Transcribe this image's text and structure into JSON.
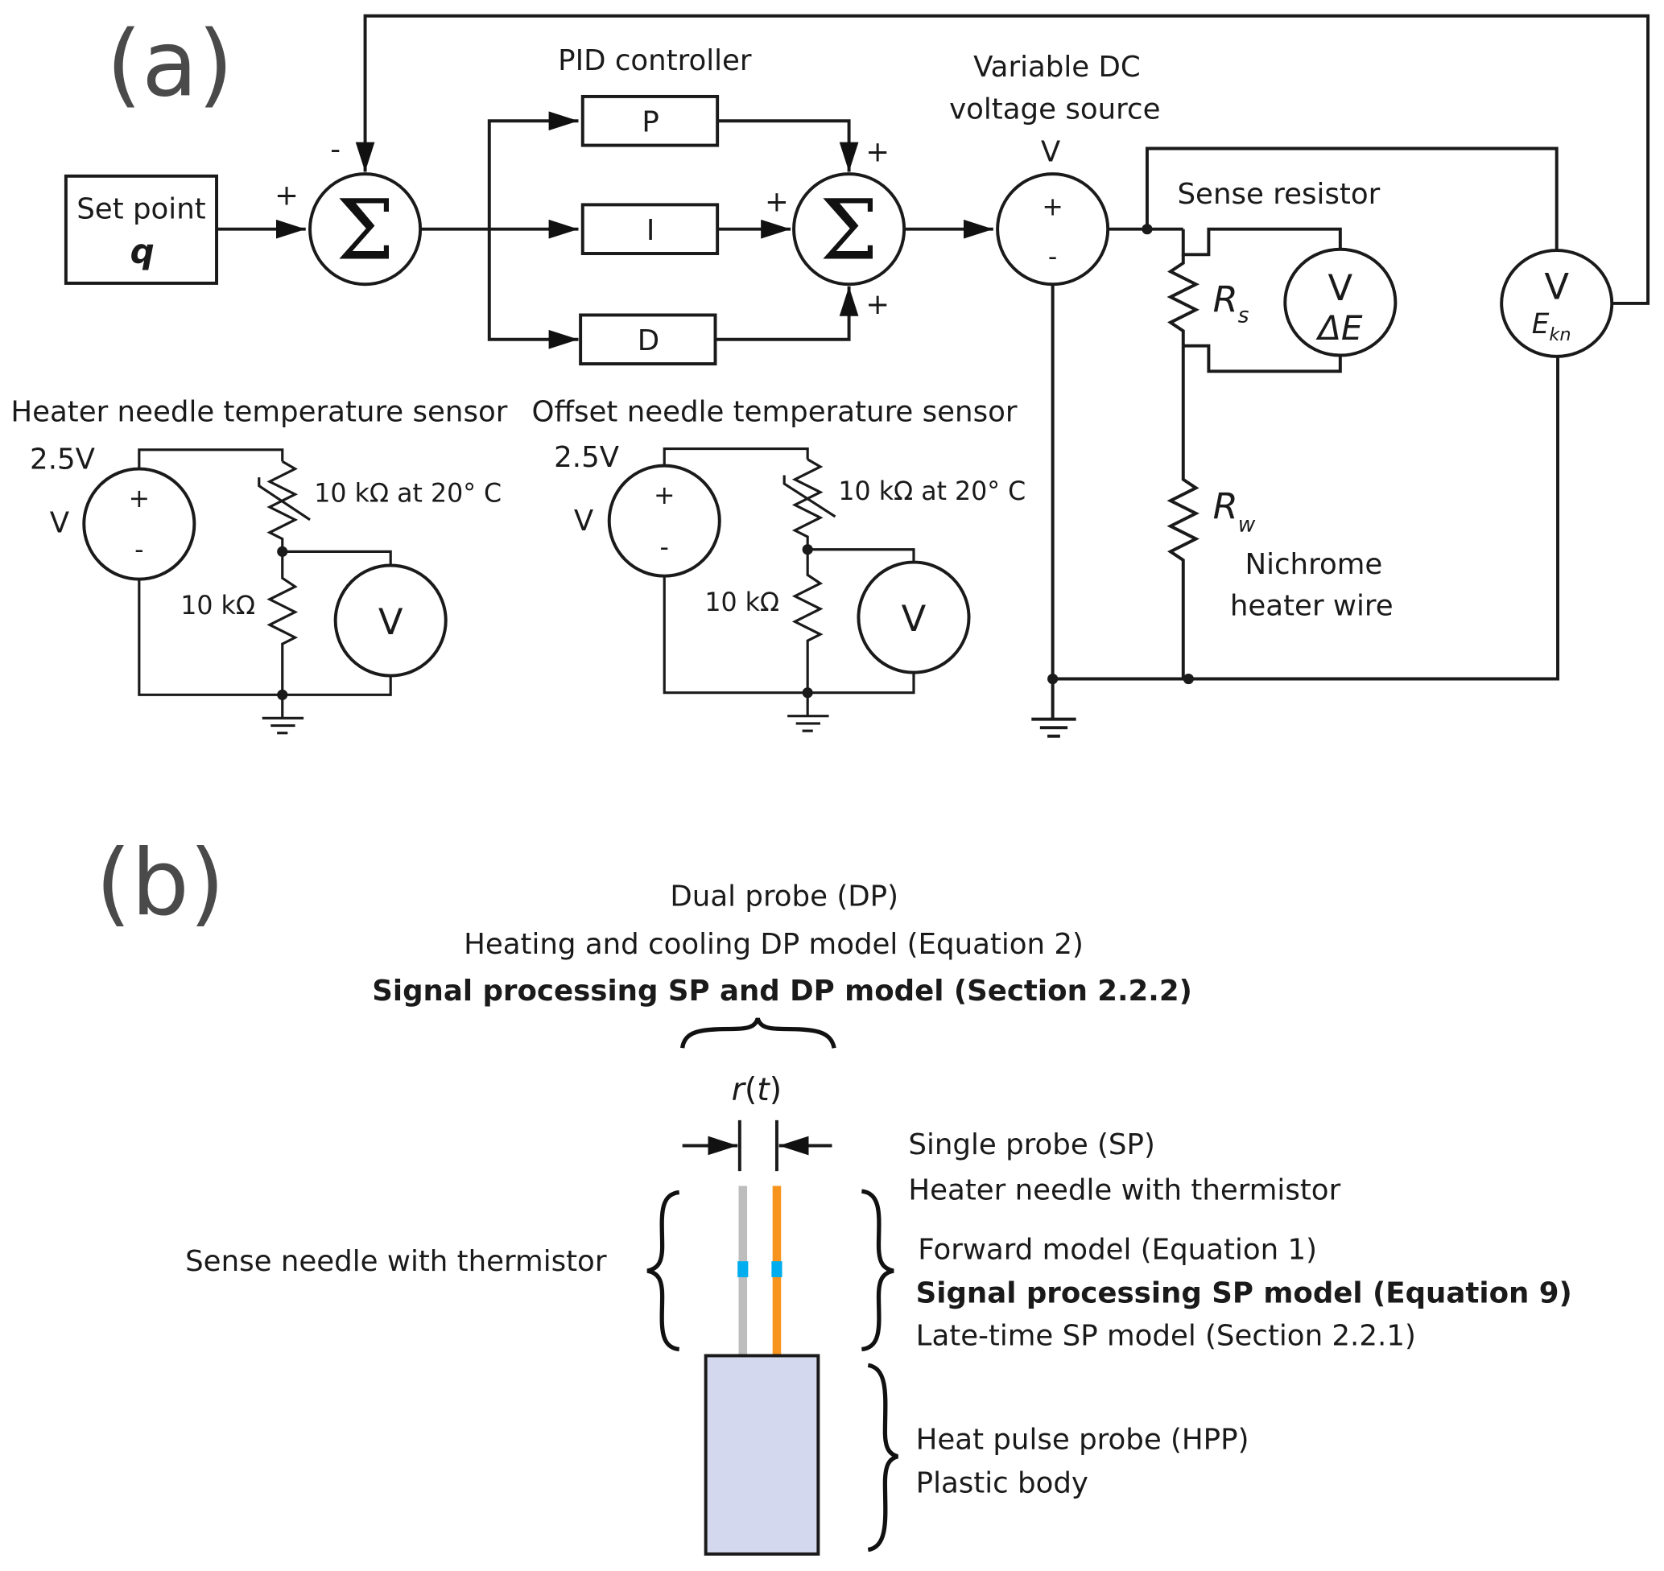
{
  "panel_a": {
    "label": "(a)",
    "setpoint": {
      "title": "Set point",
      "symbol": "q"
    },
    "sum1": {
      "symbol": "Σ",
      "plus_sign": "+",
      "minus_sign": "-"
    },
    "pid": {
      "title": "PID controller",
      "blocks": [
        "P",
        "I",
        "D"
      ]
    },
    "sum2": {
      "symbol": "Σ",
      "signs": [
        "+",
        "+",
        "+"
      ]
    },
    "dc_source": {
      "title_line1": "Variable DC",
      "title_line2": "voltage source",
      "symbol": "V",
      "plus": "+",
      "minus": "-"
    },
    "sense_resistor": {
      "title": "Sense resistor",
      "resistor_symbol": "R",
      "resistor_subscript": "s",
      "meter_symbol": "V",
      "meter_label": "ΔE"
    },
    "ekn_meter": {
      "symbol": "V",
      "label": "E",
      "subscript": "kn"
    },
    "heater_wire": {
      "resistor_symbol": "R",
      "resistor_subscript": "w",
      "label_line1": "Nichrome",
      "label_line2": "heater wire"
    },
    "heater_sensor": {
      "title": "Heater needle temperature sensor",
      "supply": "2.5V",
      "source_symbol": "V",
      "plus": "+",
      "minus": "-",
      "thermistor_label": "10 kΩ  at 20° C",
      "resistor_label": "10 kΩ",
      "meter_symbol": "V"
    },
    "offset_sensor": {
      "title": "Offset needle temperature sensor",
      "supply": "2.5V",
      "source_symbol": "V",
      "plus": "+",
      "minus": "-",
      "thermistor_label": "10 kΩ  at 20° C",
      "resistor_label": "10 kΩ",
      "meter_symbol": "V"
    }
  },
  "panel_b": {
    "label": "(b)",
    "dual_probe": {
      "line1": "Dual probe (DP)",
      "line2": "Heating and cooling DP model (Equation 2)",
      "line3": "Signal processing SP and DP model (Section 2.2.2)"
    },
    "spacing": {
      "r": "r",
      "t": "t"
    },
    "single_probe": {
      "line1": "Single probe (SP)",
      "line2": "Heater needle with thermistor",
      "line3": "Forward model (Equation 1)",
      "line4": "Signal processing SP model (Equation 9)",
      "line5": "Late-time SP model (Section 2.2.1)"
    },
    "sense_needle": "Sense needle with thermistor",
    "hpp": {
      "line1": "Heat pulse probe (HPP)",
      "line2": "Plastic body"
    },
    "colors": {
      "sense_needle": "#bdbdbd",
      "heater_needle": "#f7941d",
      "thermistor": "#00aeef",
      "plastic_body": "#d3d8ee"
    }
  }
}
